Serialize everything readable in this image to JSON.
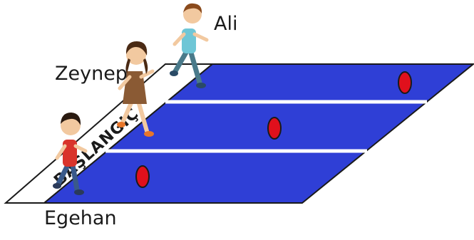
{
  "start_line": {
    "text": "BAŞLANGIÇ"
  },
  "runners": [
    {
      "name": "Ali"
    },
    {
      "name": "Zeynep"
    },
    {
      "name": "Egehan"
    }
  ],
  "colors": {
    "track": "#2f3fd6",
    "lane_line": "#ffffff",
    "outline": "#1a1a1a",
    "marker": "#e0101c",
    "start_zone": "#ffffff"
  },
  "icons": {
    "runner": "running-child-icon",
    "marker": "red-dot-marker"
  }
}
